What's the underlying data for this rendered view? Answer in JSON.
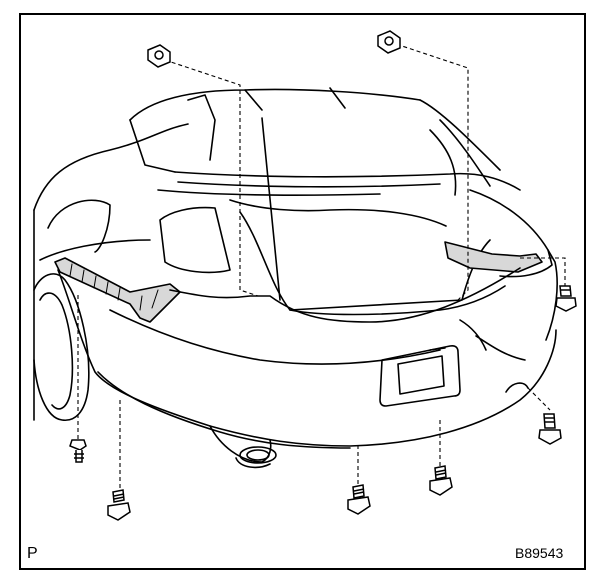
{
  "diagram": {
    "view_code": "P",
    "figure_id": "B89543"
  },
  "colors": {
    "line": "#000000",
    "background": "#ffffff",
    "highlight_fill": "#d8d8d8"
  },
  "parts": [
    {
      "name": "clip-nut",
      "count": 2
    },
    {
      "name": "bolt",
      "count": 6
    }
  ]
}
